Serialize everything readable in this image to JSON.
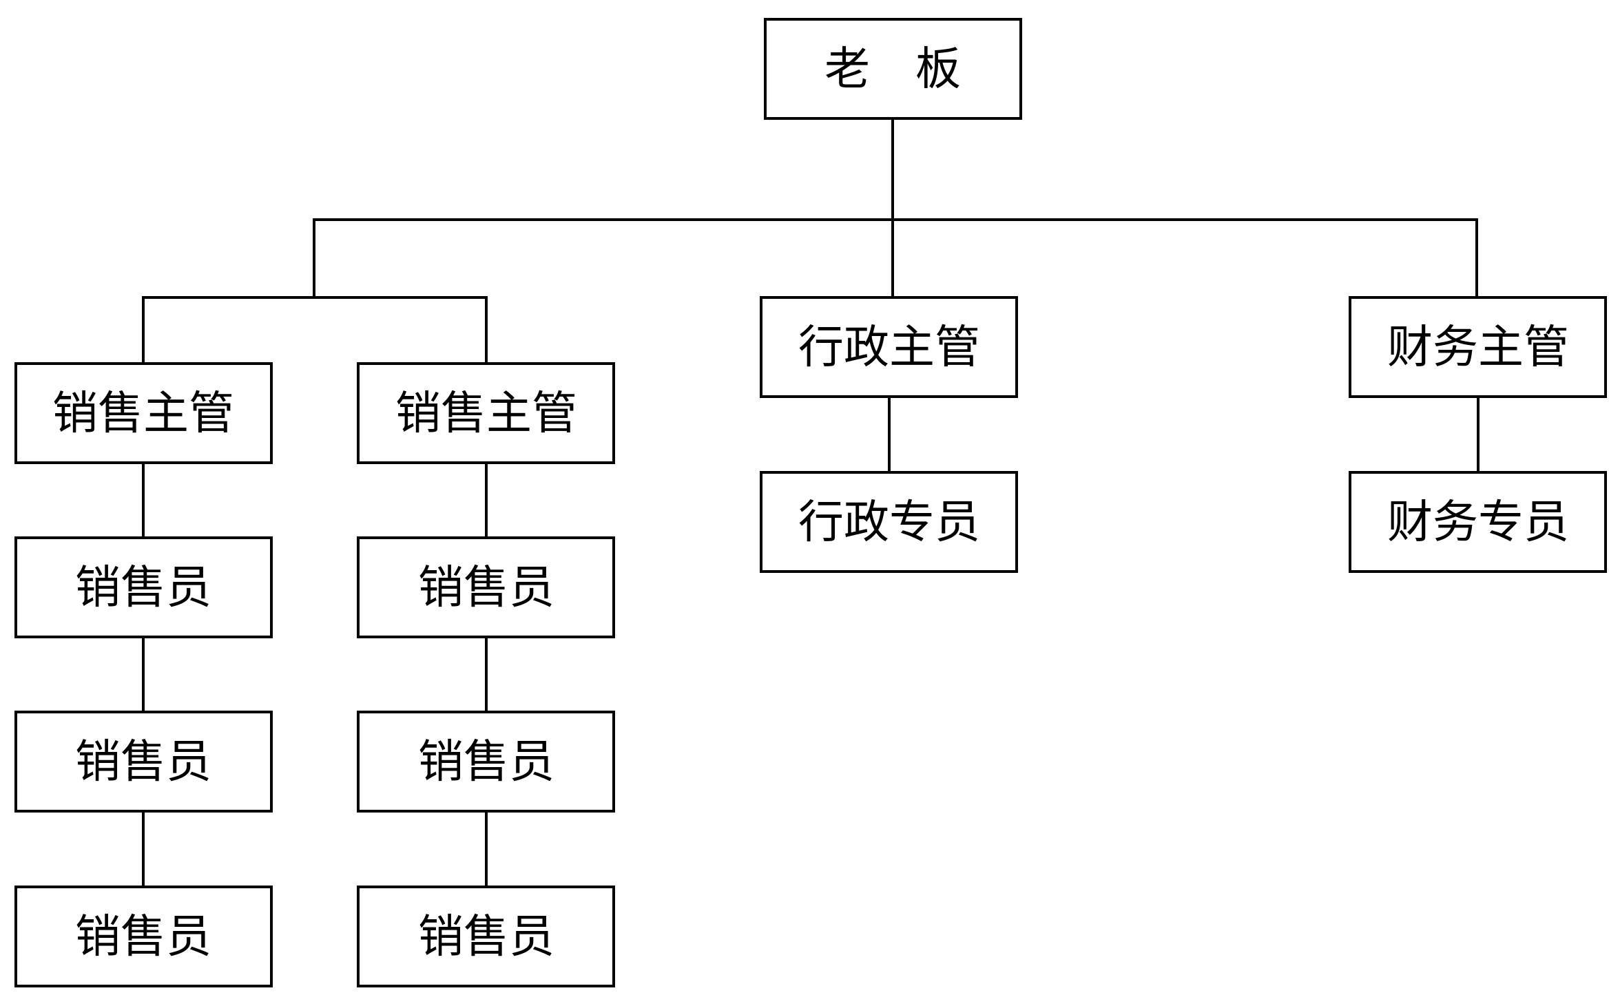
{
  "colors": {
    "line": "#000000",
    "box_fill": "#ffffff",
    "text": "#000000"
  },
  "org_chart": {
    "boss": {
      "label": "老　板"
    },
    "sales_managers": [
      {
        "label": "销售主管",
        "staff": [
          {
            "label": "销售员"
          },
          {
            "label": "销售员"
          },
          {
            "label": "销售员"
          }
        ]
      },
      {
        "label": "销售主管",
        "staff": [
          {
            "label": "销售员"
          },
          {
            "label": "销售员"
          },
          {
            "label": "销售员"
          }
        ]
      }
    ],
    "admin": {
      "manager": {
        "label": "行政主管"
      },
      "staff": {
        "label": "行政专员"
      }
    },
    "finance": {
      "manager": {
        "label": "财务主管"
      },
      "staff": {
        "label": "财务专员"
      }
    }
  }
}
